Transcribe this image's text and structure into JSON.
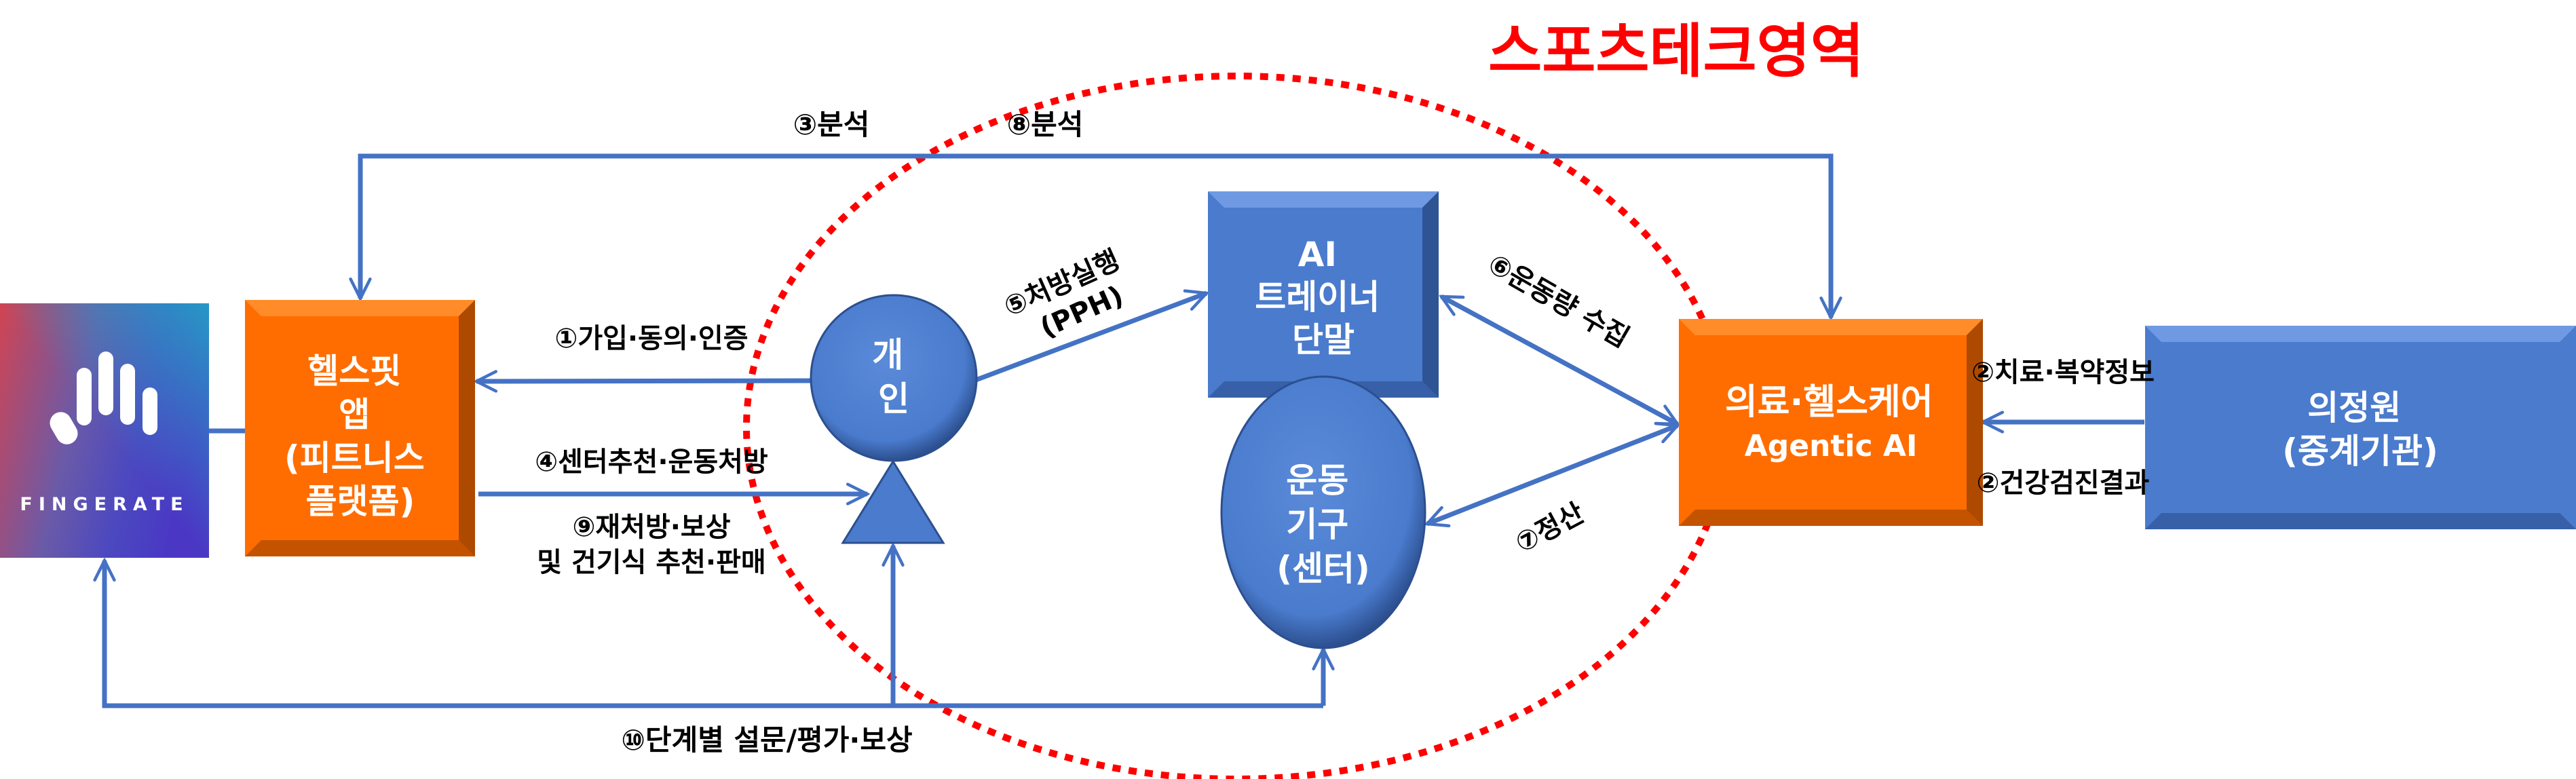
{
  "title": "스포츠테크영역",
  "colors": {
    "accent_blue": "#4472c4",
    "node_blue": "#4a7bcd",
    "node_orange": "#ff6d00",
    "zone_red": "#ff0000"
  },
  "nodes": {
    "fingerate": {
      "label": "FINGERATE",
      "icon": "fingerate-logo-icon"
    },
    "healthfit_app": {
      "lines": [
        "헬스핏",
        "앱",
        "(피트니스",
        "플랫폼)"
      ]
    },
    "individual": {
      "lines": [
        "개",
        "인"
      ]
    },
    "ai_trainer": {
      "lines": [
        "AI",
        "트레이너",
        "단말"
      ]
    },
    "equipment": {
      "lines": [
        "운동",
        "기구",
        "(센터)"
      ]
    },
    "medical_ai": {
      "lines": [
        "의료·헬스케어",
        "Agentic AI"
      ]
    },
    "relay_agency": {
      "lines": [
        "의정원",
        "(중계기관)"
      ]
    }
  },
  "edges": {
    "e1": "①가입·동의·인증",
    "e2a": "②치료·복약정보",
    "e2b": "②건강검진결과",
    "e3": "③분석",
    "e4": "④센터추천·운동처방",
    "e5a": "⑤처방실행",
    "e5b": "(PPH)",
    "e6": "⑥운동량 수집",
    "e7": "⑦정산",
    "e8": "⑧분석",
    "e9a": "⑨재처방·보상",
    "e9b": "및 건기식 추천·판매",
    "e10": "⑩단계별 설문/평가·보상"
  }
}
